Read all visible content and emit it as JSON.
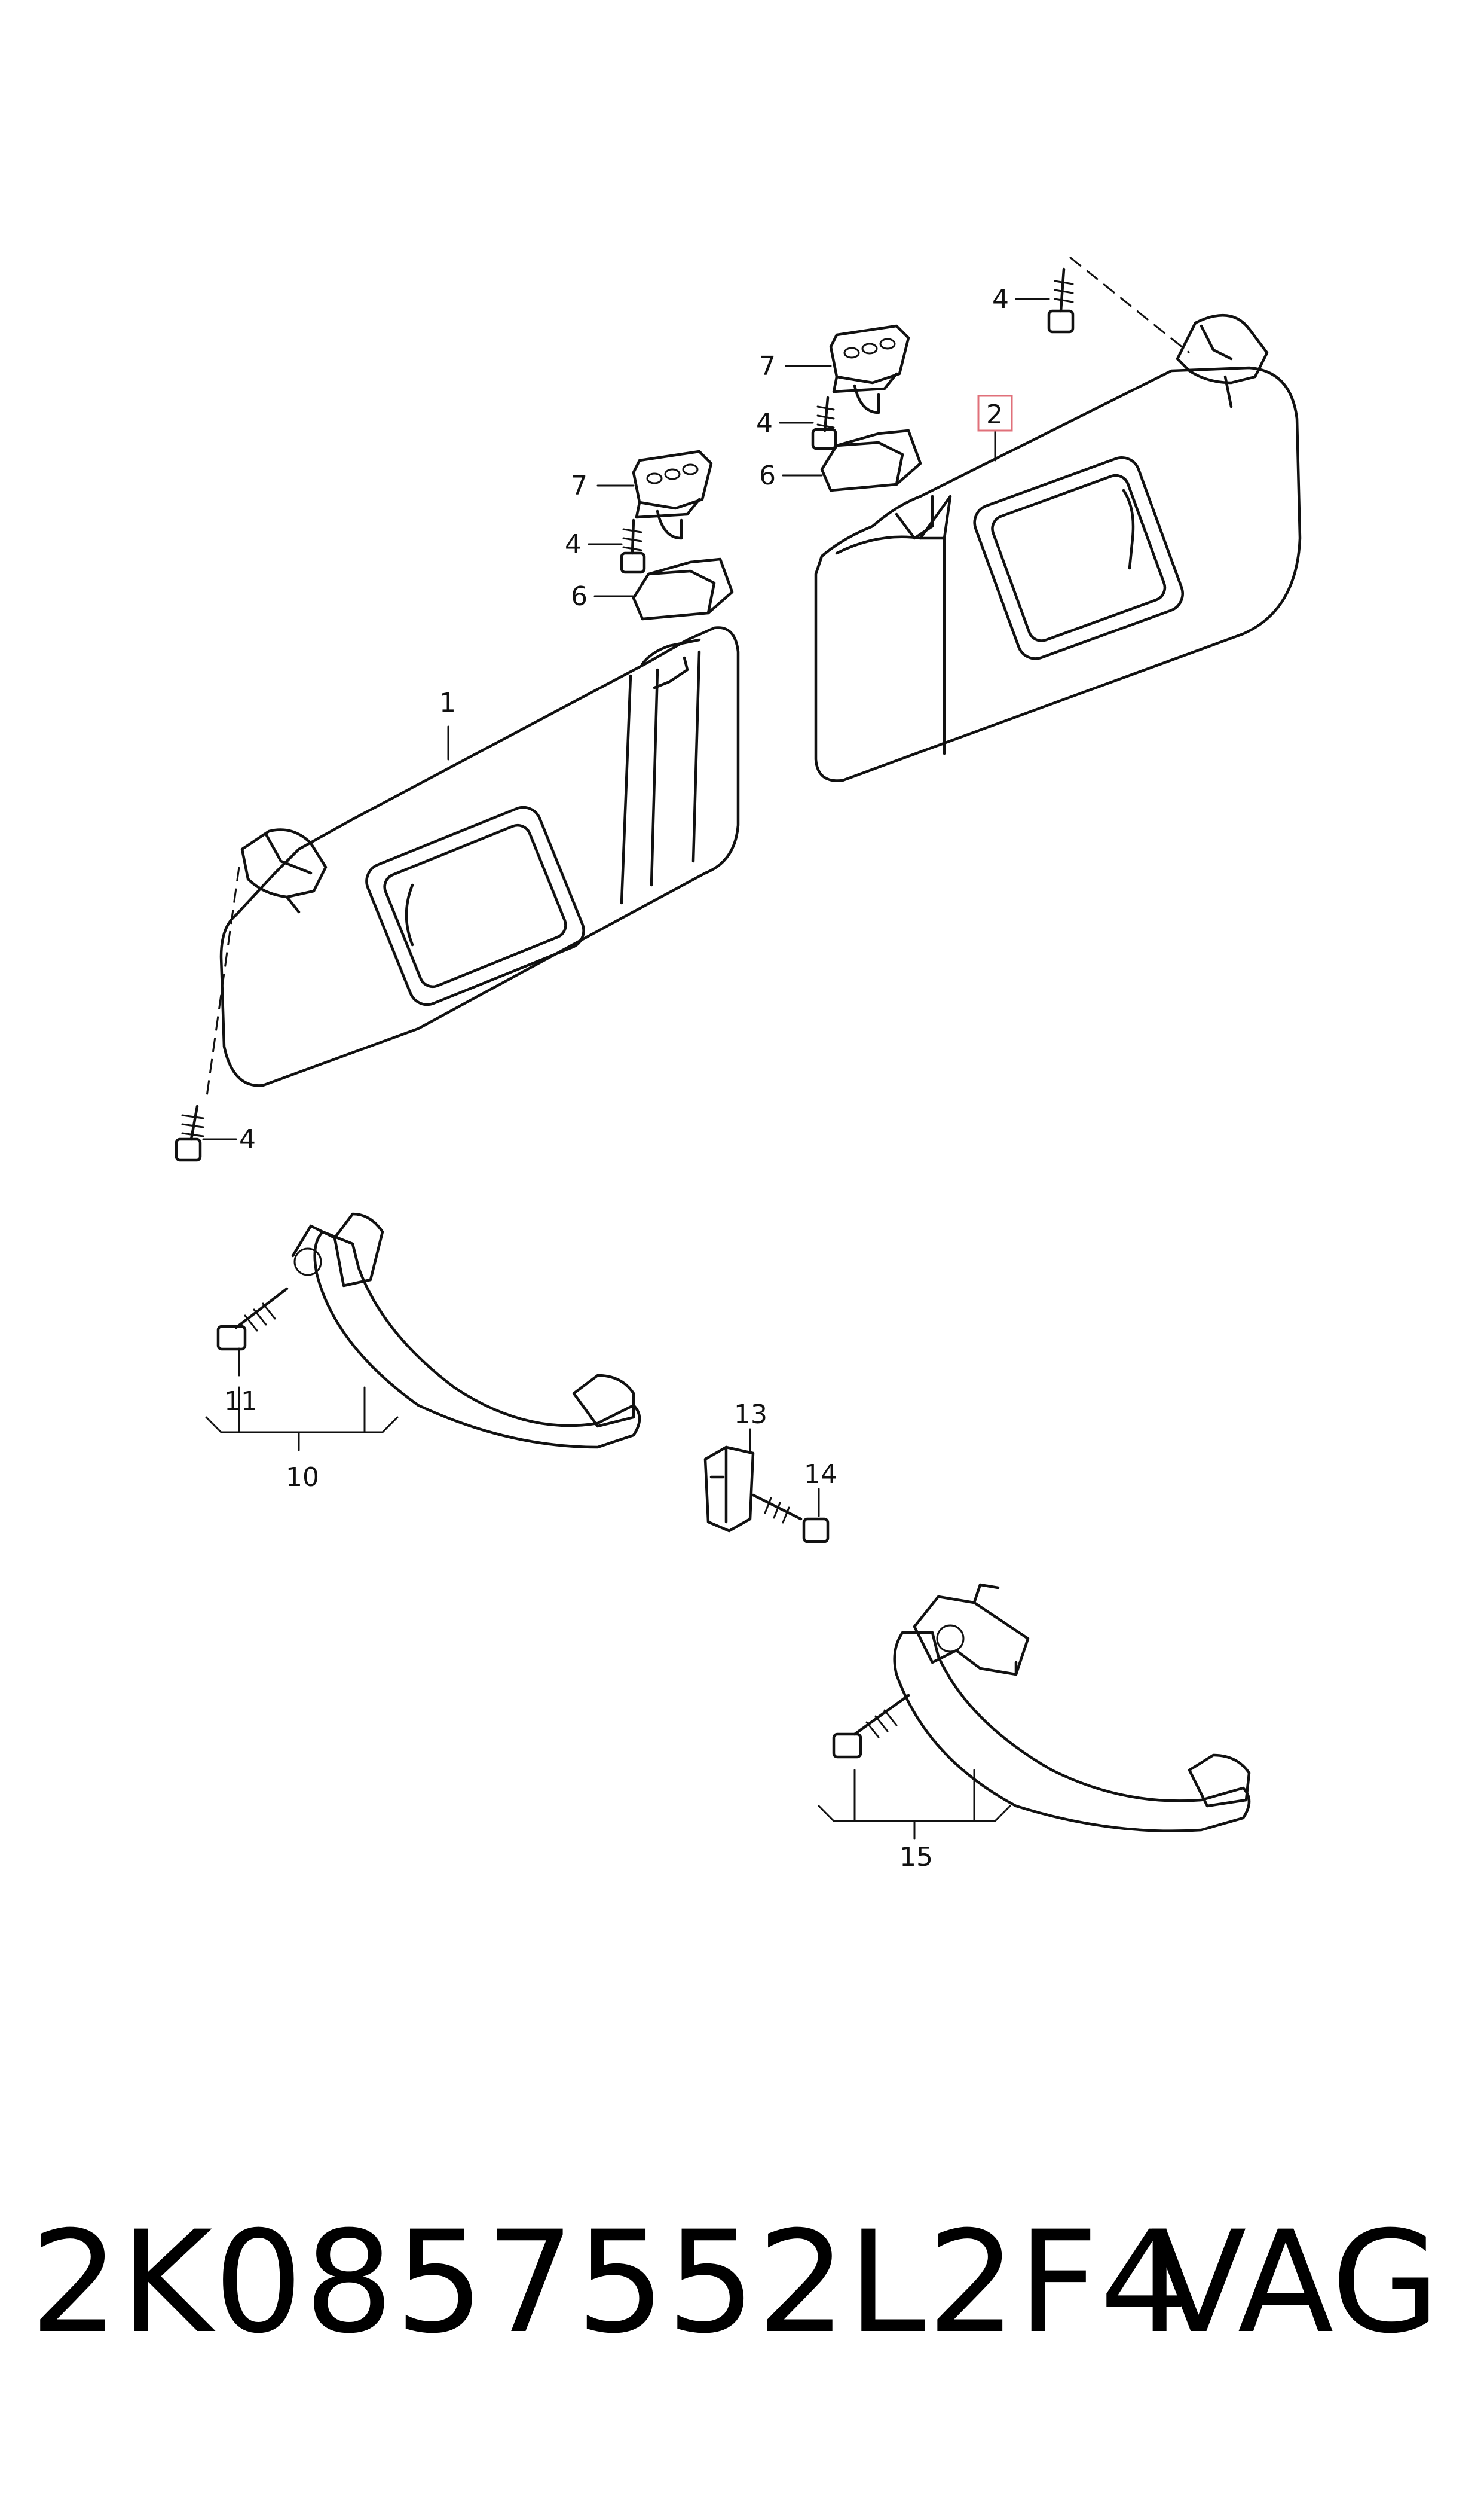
{
  "callouts": {
    "c1": "1",
    "c2": "2",
    "c4_top": "4",
    "c4_mid1": "4",
    "c4_mid2": "4",
    "c4_bottom": "4",
    "c6_a": "6",
    "c6_b": "6",
    "c7_a": "7",
    "c7_b": "7",
    "c10": "10",
    "c11": "11",
    "c13": "13",
    "c14": "14",
    "c15": "15"
  },
  "footer": {
    "part_number": "2K0857552L2F4",
    "brand": "VAG"
  },
  "colors": {
    "line": "#111111",
    "highlight": "#e0707a",
    "background": "#ffffff"
  }
}
